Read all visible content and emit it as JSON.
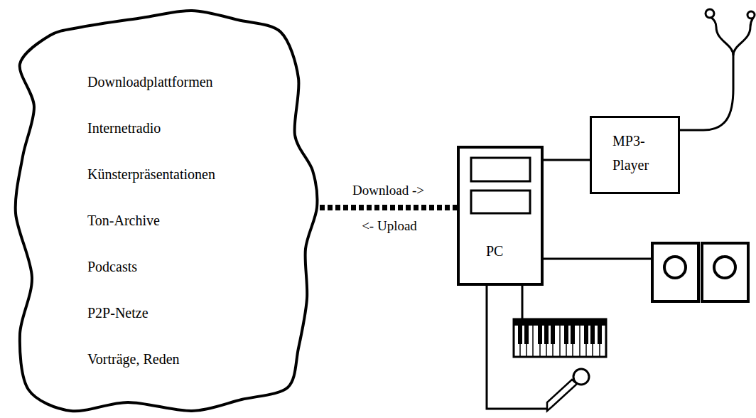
{
  "diagram": {
    "nodes": [
      {
        "text": [
          "Downloadplattformen",
          "Internetradio",
          "Künsterpräsentationen",
          "Ton-Archive",
          "Podcasts",
          "P2P-Netze",
          "Vorträge, Reden"
        ]
      },
      {
        "text": [
          "PC"
        ]
      },
      {
        "text": [
          "MP3- Player"
        ]
      }
    ],
    "edges": [
      {
        "from": 0,
        "to": 1,
        "arrow": "none",
        "label": "Download ->"
      },
      {
        "from": 1,
        "to": 2,
        "arrow": "none"
      }
    ],
    "labels": [
      "<- Upload"
    ]
  }
}
